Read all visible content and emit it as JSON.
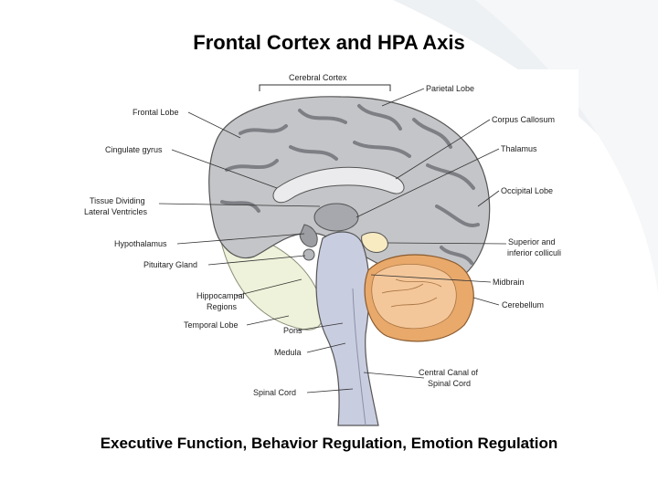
{
  "slide": {
    "title": "Frontal Cortex and HPA Axis",
    "caption": "Executive Function, Behavior Regulation, Emotion Regulation"
  },
  "diagram": {
    "labels": {
      "cerebral_cortex": "Cerebral Cortex",
      "frontal_lobe": "Frontal Lobe",
      "cingulate_gyrus": "Cingulate gyrus",
      "tissue_dividing_1": "Tissue Dividing",
      "tissue_dividing_2": "Lateral Ventricles",
      "hypothalamus": "Hypothalamus",
      "pituitary_gland": "Pituitary Gland",
      "hippocampal_1": "Hippocampal",
      "hippocampal_2": "Regions",
      "temporal_lobe": "Temporal Lobe",
      "pons": "Pons",
      "medula": "Medula",
      "spinal_cord": "Spinal Cord",
      "parietal_lobe": "Parietal Lobe",
      "corpus_callosum": "Corpus Callosum",
      "thalamus": "Thalamus",
      "occipital_lobe": "Occipital Lobe",
      "colliculi_1": "Superior and",
      "colliculi_2": "inferior colliculi",
      "midbrain": "Midbrain",
      "cerebellum": "Cerebellum",
      "central_canal_1": "Central Canal of",
      "central_canal_2": "Spinal Cord"
    },
    "colors": {
      "cortex": "#c4c5c8",
      "cortex_dark": "#7d7f85",
      "temporal": "#eef2da",
      "cerebellum": "#f4c79a",
      "cerebellum_outer": "#e8a96b",
      "brainstem": "#c9cde0",
      "leader": "#333333"
    }
  }
}
